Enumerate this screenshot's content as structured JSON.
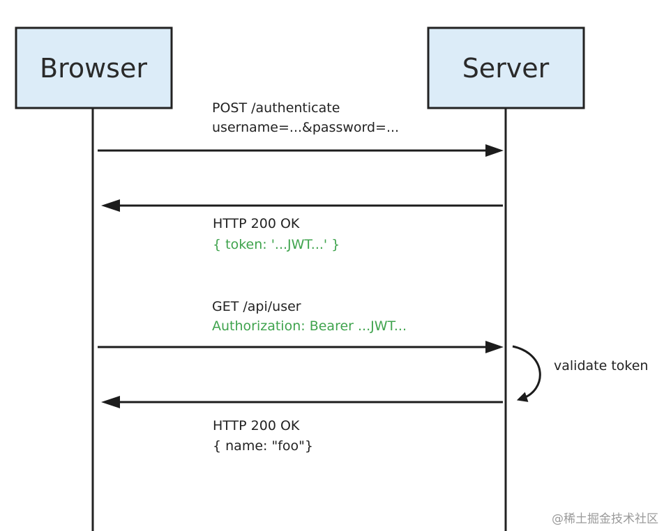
{
  "actors": {
    "browser": "Browser",
    "server": "Server"
  },
  "messages": [
    {
      "direction": "browser-to-server",
      "line1": "POST /authenticate",
      "line2": "username=...&password=..."
    },
    {
      "direction": "server-to-browser",
      "line1": "HTTP 200 OK",
      "line2": "{ token: '...JWT...' }"
    },
    {
      "direction": "browser-to-server",
      "line1": "GET /api/user",
      "line2": "Authorization: Bearer ...JWT..."
    },
    {
      "direction": "server-to-browser",
      "line1": "HTTP 200 OK",
      "line2": "{ name: \"foo\"}"
    }
  ],
  "self_note": "validate token",
  "watermark": "@稀土掘金技术社区",
  "colors": {
    "actor_fill": "#dcecf8",
    "green_text": "#3fa34d"
  }
}
